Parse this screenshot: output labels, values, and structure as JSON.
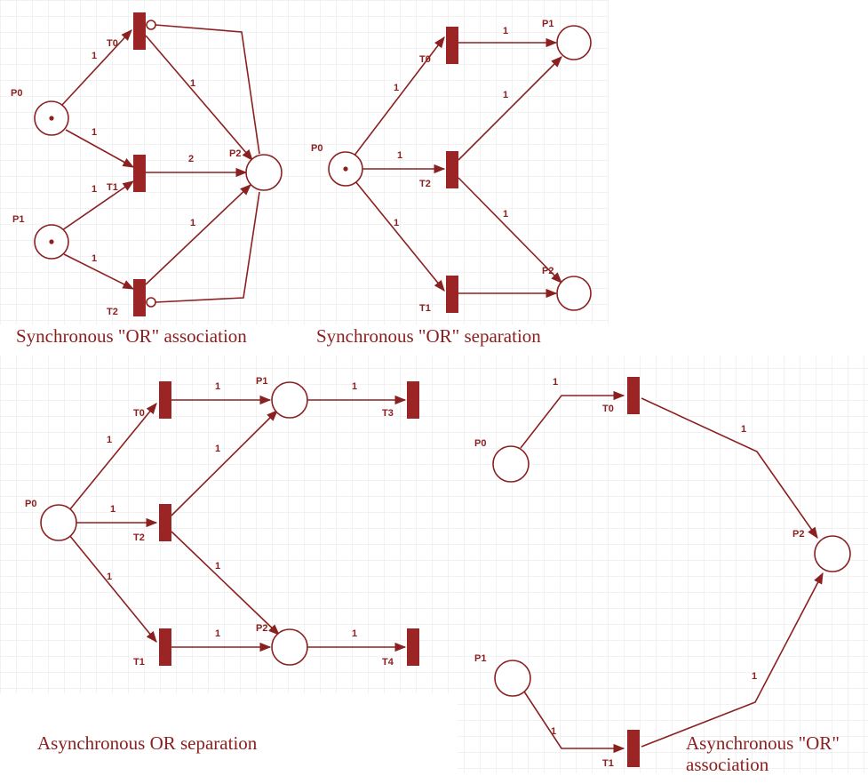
{
  "colors": {
    "ink": "#8b2020",
    "transition": "#9b2424",
    "grid_line": "#e6e6e6"
  },
  "captions": {
    "sync_or_association": "Synchronous \"OR\" association",
    "sync_or_separation": "Synchronous \"OR\" separation",
    "async_or_separation": "Asynchronous OR separation",
    "async_or_association_line1": "Asynchronous \"OR\"",
    "async_or_association_line2": "association"
  },
  "diagrams": [
    {
      "id": "sync-or-association",
      "places": [
        {
          "label": "P0",
          "token": true
        },
        {
          "label": "P1",
          "token": true
        },
        {
          "label": "P2",
          "token": false
        }
      ],
      "transitions": [
        "T0",
        "T1",
        "T2"
      ],
      "arc_weights": [
        "1",
        "1",
        "1",
        "1",
        "1",
        "2",
        "1"
      ]
    },
    {
      "id": "sync-or-separation",
      "places": [
        {
          "label": "P0",
          "token": true
        },
        {
          "label": "P1",
          "token": false
        },
        {
          "label": "P2",
          "token": false
        }
      ],
      "transitions": [
        "T0",
        "T2",
        "T1"
      ],
      "arc_weights": [
        "1",
        "1",
        "1",
        "1",
        "1",
        "1"
      ]
    },
    {
      "id": "async-or-separation",
      "places": [
        {
          "label": "P0",
          "token": false
        },
        {
          "label": "P1",
          "token": false
        },
        {
          "label": "P2",
          "token": false
        }
      ],
      "transitions": [
        "T0",
        "T2",
        "T1",
        "T3",
        "T4"
      ],
      "arc_weights": [
        "1",
        "1",
        "1",
        "1",
        "1",
        "1",
        "1",
        "1",
        "1"
      ]
    },
    {
      "id": "async-or-association",
      "places": [
        {
          "label": "P0",
          "token": false
        },
        {
          "label": "P1",
          "token": false
        },
        {
          "label": "P2",
          "token": false
        }
      ],
      "transitions": [
        "T0",
        "T1"
      ],
      "arc_weights": [
        "1",
        "1",
        "1",
        "1"
      ]
    }
  ]
}
